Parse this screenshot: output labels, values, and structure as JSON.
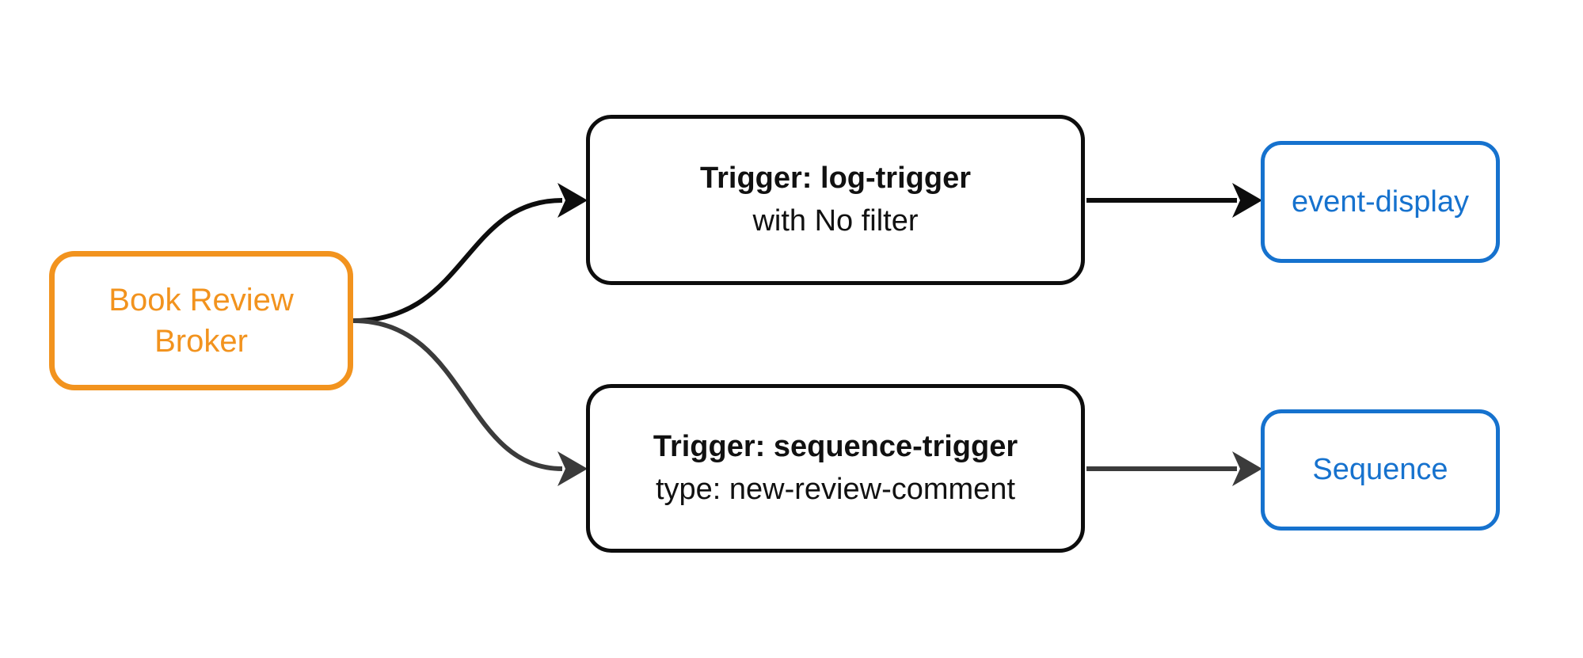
{
  "diagram": {
    "type": "event-flow-diagram",
    "nodes": {
      "broker": {
        "label": "Book Review Broker"
      },
      "trigger_log": {
        "title": "Trigger: log-trigger",
        "subtitle": "with No filter"
      },
      "trigger_sequence": {
        "title": "Trigger: sequence-trigger",
        "subtitle": "type: new-review-comment"
      },
      "sink_event_display": {
        "label": "event-display"
      },
      "sink_sequence": {
        "label": "Sequence"
      }
    },
    "edges": [
      {
        "from": "broker",
        "to": "trigger_log"
      },
      {
        "from": "broker",
        "to": "trigger_sequence"
      },
      {
        "from": "trigger_log",
        "to": "sink_event_display"
      },
      {
        "from": "trigger_sequence",
        "to": "sink_sequence"
      }
    ],
    "colors": {
      "canvas_bg": "#ffffff",
      "node_fill": "#ffffff",
      "broker_accent": "#F2931E",
      "sink_accent": "#1672CE",
      "trigger_border": "#0d0d0d",
      "text_dark": "#111111",
      "edge_top": "#0d0d0d",
      "edge_bottom": "#3b3b3b"
    }
  }
}
